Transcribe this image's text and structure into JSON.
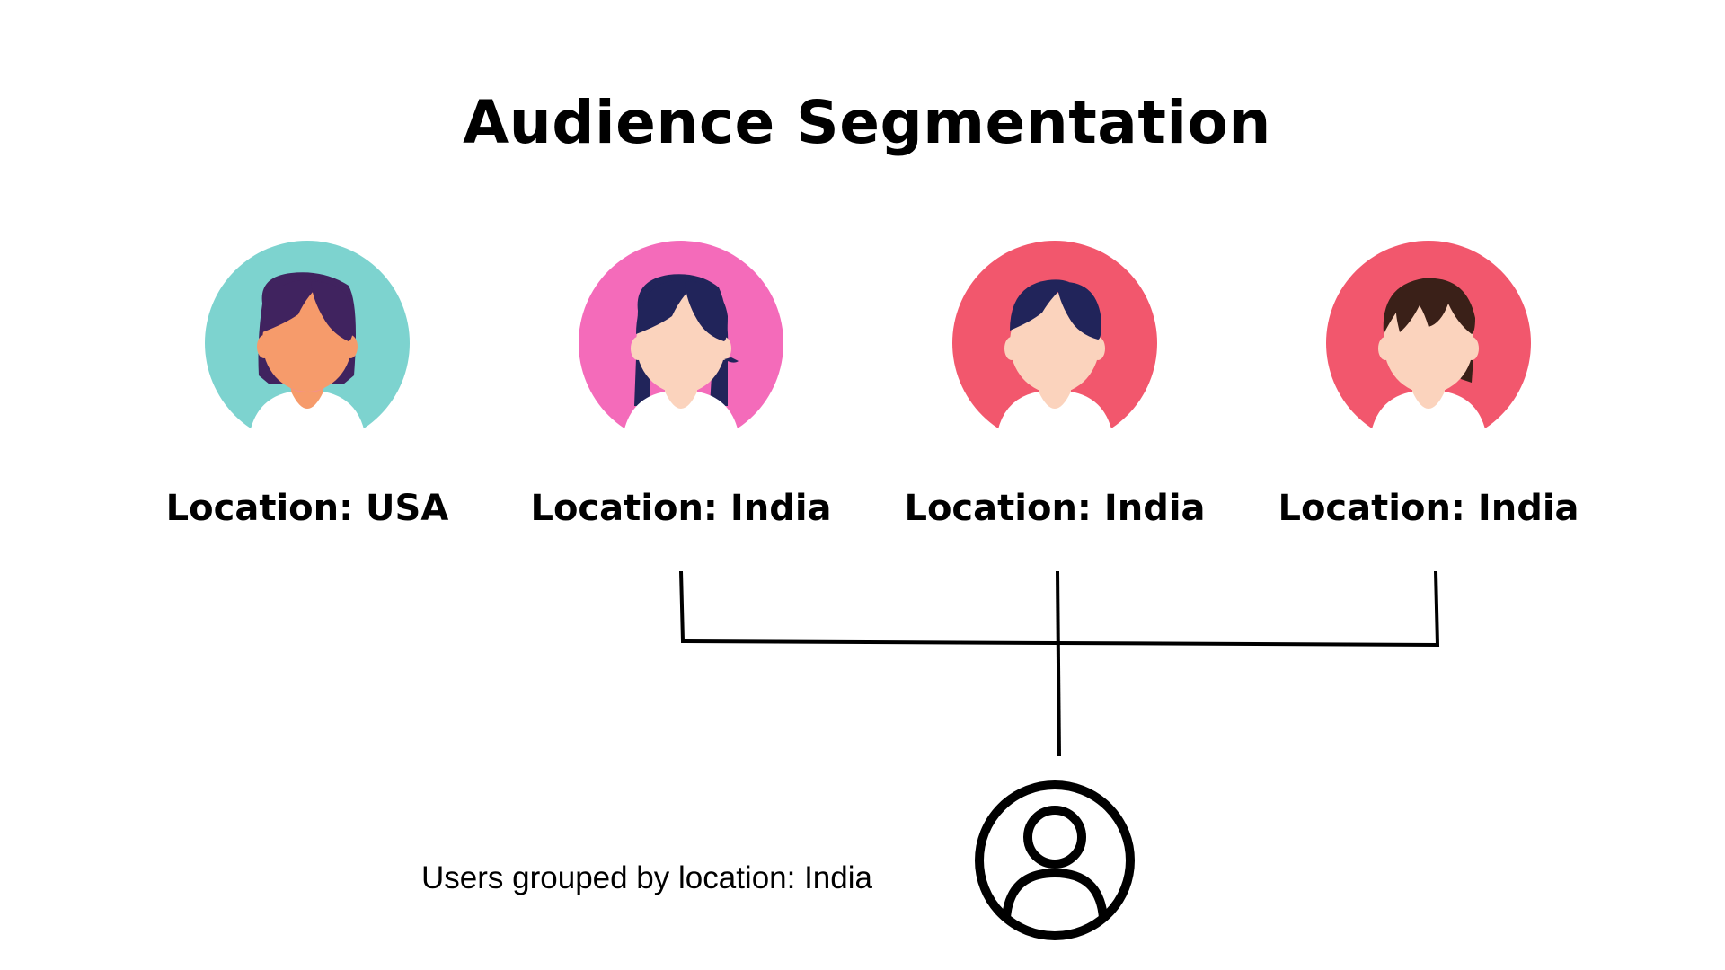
{
  "title": "Audience Segmentation",
  "users": [
    {
      "label": "Location: USA",
      "avatar_icon": "woman-avatar-icon",
      "colors": {
        "circle": "#7dd3cf",
        "skin": "#f69b6b",
        "hair": "#40235f",
        "shirt": "#ffffff"
      }
    },
    {
      "label": "Location: India",
      "avatar_icon": "woman-avatar-icon",
      "colors": {
        "circle": "#f46bba",
        "skin": "#fbd3bd",
        "hair": "#21245a",
        "shirt": "#ffffff"
      }
    },
    {
      "label": "Location: India",
      "avatar_icon": "man-avatar-icon",
      "colors": {
        "circle": "#f2576d",
        "skin": "#fbd3bd",
        "hair": "#21245a",
        "shirt": "#ffffff"
      }
    },
    {
      "label": "Location: India",
      "avatar_icon": "man-avatar-icon",
      "colors": {
        "circle": "#f2576d",
        "skin": "#fbd3bd",
        "hair": "#3a2018",
        "shirt": "#ffffff"
      }
    }
  ],
  "group": {
    "caption": "Users grouped by location: India",
    "icon": "user-circle-icon",
    "members": [
      2,
      3,
      4
    ]
  },
  "colors": {
    "text": "#000000",
    "background": "#ffffff",
    "line": "#000000",
    "neck_line": "#f4908a"
  }
}
